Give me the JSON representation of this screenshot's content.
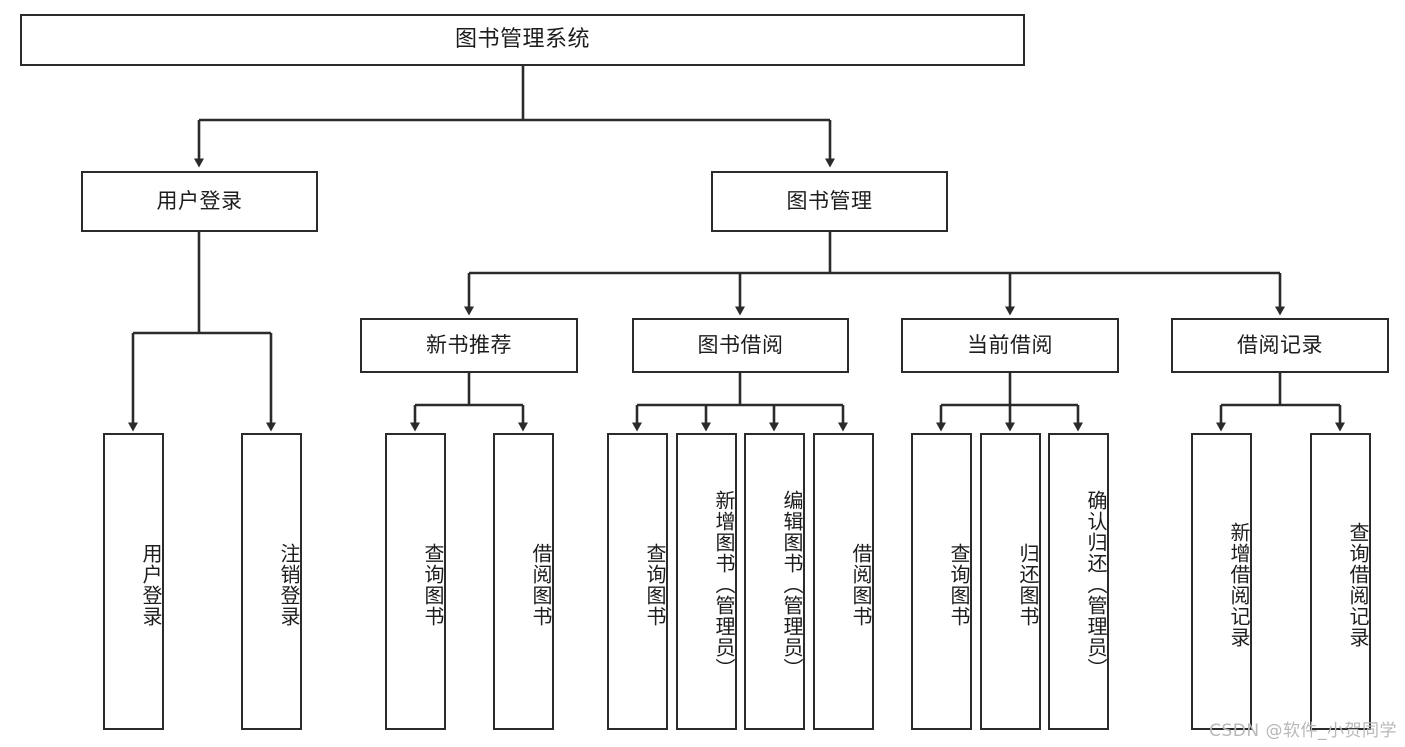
{
  "diagram": {
    "title": "图书管理系统",
    "type": "tree-hierarchy",
    "watermark": "CSDN @软件_小贺同学",
    "stroke_color": "#2b2b2b",
    "fill_color": "#ffffff",
    "text_color": "#1d1d1d",
    "watermark_color": "#b8b8b8"
  },
  "nodes": {
    "root": {
      "label": "图书管理系统"
    },
    "level2": [
      {
        "label": "用户登录"
      },
      {
        "label": "图书管理"
      }
    ],
    "level3": [
      {
        "label": "新书推荐"
      },
      {
        "label": "图书借阅"
      },
      {
        "label": "当前借阅"
      },
      {
        "label": "借阅记录"
      }
    ],
    "leaves": [
      {
        "label": "用户登录",
        "parent": "用户登录"
      },
      {
        "label": "注销登录",
        "parent": "用户登录"
      },
      {
        "label": "查询图书",
        "parent": "新书推荐"
      },
      {
        "label": "借阅图书",
        "parent": "新书推荐"
      },
      {
        "label": "查询图书",
        "parent": "图书借阅"
      },
      {
        "label": "新增图书（管理员）",
        "parent": "图书借阅"
      },
      {
        "label": "编辑图书（管理员）",
        "parent": "图书借阅"
      },
      {
        "label": "借阅图书",
        "parent": "图书借阅"
      },
      {
        "label": "查询图书",
        "parent": "当前借阅"
      },
      {
        "label": "归还图书",
        "parent": "当前借阅"
      },
      {
        "label": "确认归还（管理员）",
        "parent": "当前借阅"
      },
      {
        "label": "新增借阅记录",
        "parent": "借阅记录"
      },
      {
        "label": "查询借阅记录",
        "parent": "借阅记录"
      }
    ]
  }
}
